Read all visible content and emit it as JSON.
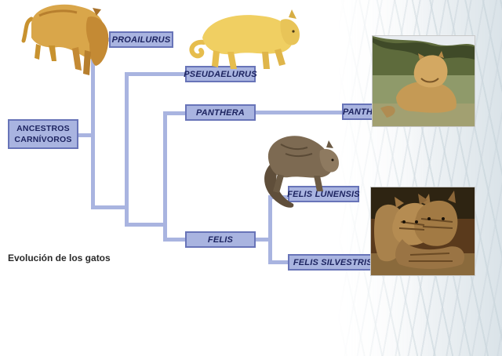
{
  "diagram": {
    "root": "ANCESTROS CARNÍVOROS",
    "nodes": {
      "proailurus": "Proailurus",
      "pseudaelurus": "Pseudaelurus",
      "panthera": "Panthera",
      "felis": "Felis",
      "panthera_leo": "Panthera leo",
      "felis_lunensis": "Felis lunensis",
      "felis_silvestris_catus": "Felis silvestris catus"
    },
    "caption": "Evolución de los gatos",
    "colors": {
      "connector": "#a9b4e0",
      "box_fill": "#a9b4e0",
      "box_border": "#6874b8",
      "text": "#1d2460"
    },
    "illustrations": [
      {
        "name": "proailurus-illustration",
        "color": "#d9a64a"
      },
      {
        "name": "pseudaelurus-illustration",
        "color": "#f0cf62"
      },
      {
        "name": "felis-lunensis-illustration",
        "color": "#7d6a52"
      }
    ],
    "photos": [
      {
        "name": "lioness-photo",
        "subject": "lioness"
      },
      {
        "name": "kittens-photo",
        "subject": "tabby kittens"
      }
    ]
  }
}
